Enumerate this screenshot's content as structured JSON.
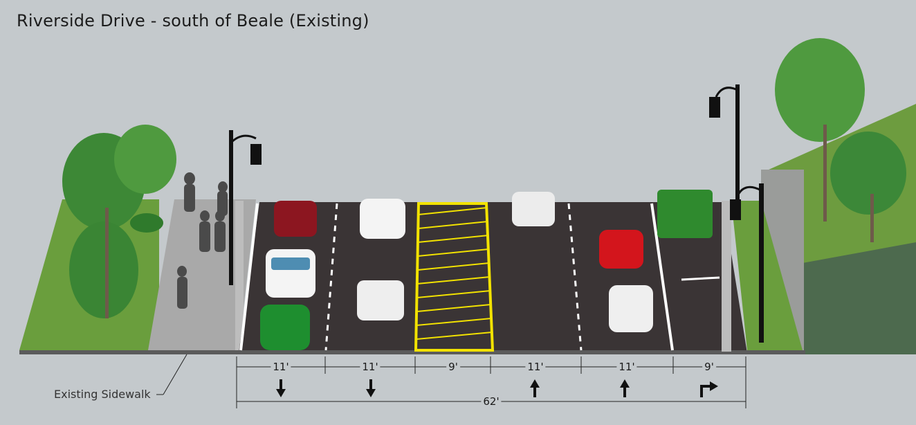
{
  "title": "Riverside Drive - south of Beale (Existing)",
  "callout": "Existing Sidewalk",
  "lanes": [
    {
      "width": "11'",
      "direction": "down",
      "icon": "arrow-down-icon"
    },
    {
      "width": "11'",
      "direction": "down",
      "icon": "arrow-down-icon"
    },
    {
      "width": "9'",
      "direction": "none",
      "icon": "median-hatch"
    },
    {
      "width": "11'",
      "direction": "up",
      "icon": "arrow-up-icon"
    },
    {
      "width": "11'",
      "direction": "up",
      "icon": "arrow-up-icon"
    },
    {
      "width": "9'",
      "direction": "right-turn",
      "icon": "arrow-right-turn-icon"
    }
  ],
  "total_width": "62'",
  "colors": {
    "sky": "#c4c9cc",
    "asphalt": "#3a3435",
    "grass": "#6b9e3e",
    "sidewalk": "#a7a7a7",
    "median_yellow": "#f2e200",
    "tree": "#3f8a3a"
  }
}
